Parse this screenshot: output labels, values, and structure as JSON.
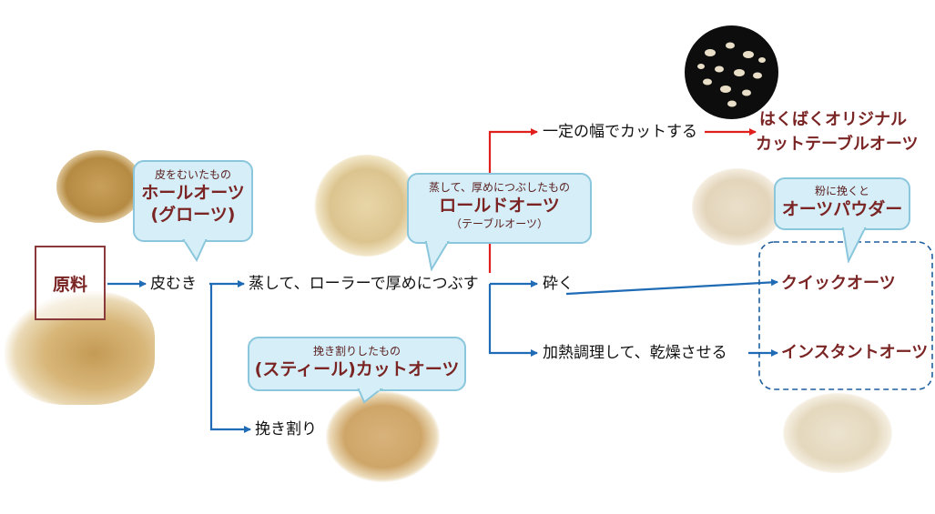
{
  "raw": {
    "label": "原料"
  },
  "steps": {
    "peel": "皮むき",
    "steam_roll": "蒸して、ローラーで厚めにつぶす",
    "cut_width": "一定の幅でカットする",
    "crush": "砕く",
    "cook_dry": "加熱調理して、乾燥させる",
    "chop": "挽き割り"
  },
  "callouts": {
    "whole": {
      "sub": "皮をむいたもの",
      "main1": "ホールオーツ",
      "main2": "(グローツ)"
    },
    "rolled": {
      "sub": "蒸して、厚めにつぶしたもの",
      "main": "ロールドオーツ",
      "note": "（テーブルオーツ）"
    },
    "steel": {
      "sub": "挽き割りしたもの",
      "main": "(スティール)カットオーツ"
    },
    "powder": {
      "sub": "粉に挽くと",
      "main": "オーツパウダー"
    }
  },
  "products": {
    "hakubaku_line1": "はくばくオリジナル",
    "hakubaku_line2": "カットテーブルオーツ",
    "quick": "クイックオーツ",
    "instant": "インスタントオーツ"
  },
  "colors": {
    "arrow_blue": "#1f6bb5",
    "arrow_red": "#e0201c",
    "product_text": "#7a2424",
    "callout_fill": "#d6eef7",
    "callout_border": "#8ac6dc"
  }
}
